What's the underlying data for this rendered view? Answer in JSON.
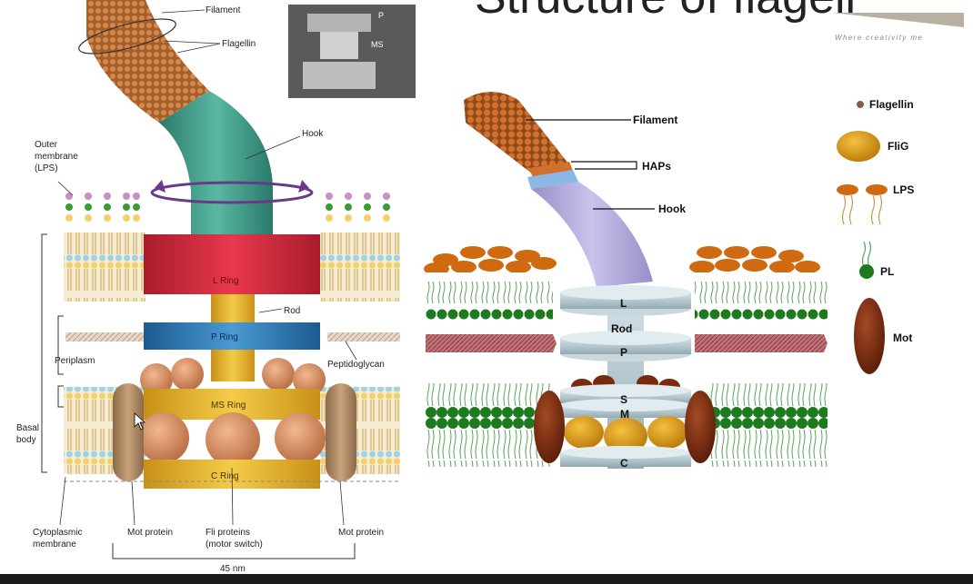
{
  "slide": {
    "title": "Structure of flagell",
    "tagline": "Where creativity me"
  },
  "gram_negative": {
    "micrograph_labels": [
      "P",
      "MS"
    ],
    "labels": {
      "filament": "Filament",
      "flagellin": "Flagellin",
      "hook": "Hook",
      "outer_membrane": [
        "Outer",
        "membrane",
        "(LPS)"
      ],
      "l_ring": "L Ring",
      "rod": "Rod",
      "p_ring": "P Ring",
      "periplasm": "Periplasm",
      "peptidoglycan": "Peptidoglycan",
      "ms_ring": "MS Ring",
      "basal_body": [
        "Basal",
        "body"
      ],
      "c_ring": "C Ring",
      "cytoplasmic_membrane": [
        "Cytoplasmic",
        "membrane"
      ],
      "mot_protein_left": "Mot protein",
      "fli_proteins": [
        "Fli proteins",
        "(motor switch)"
      ],
      "mot_protein_right": "Mot protein",
      "scale": "45 nm"
    }
  },
  "schematic": {
    "labels": {
      "filament": "Filament",
      "haps": "HAPs",
      "hook": "Hook",
      "l": "L",
      "rod": "Rod",
      "p": "P",
      "s": "S",
      "m": "M",
      "c": "C"
    },
    "legend": [
      {
        "label": "Flagellin",
        "color": "#8b5a4a"
      },
      {
        "label": "FliG",
        "color": "#e8a020"
      },
      {
        "label": "LPS",
        "color": "#e08a20"
      },
      {
        "label": "PL",
        "color": "#1e7a1e"
      },
      {
        "label": "Mot",
        "color": "#7a2a10"
      }
    ]
  },
  "colors": {
    "filament": "#c8743c",
    "hook_teal": "#3a9a86",
    "l_ring": "#d8283c",
    "p_ring": "#2a7ab8",
    "gold": "#e8b830",
    "lavender": "#b6b0e0",
    "grey_ring": "#b8cad0",
    "bilayer_green": "#1e7a1e"
  }
}
